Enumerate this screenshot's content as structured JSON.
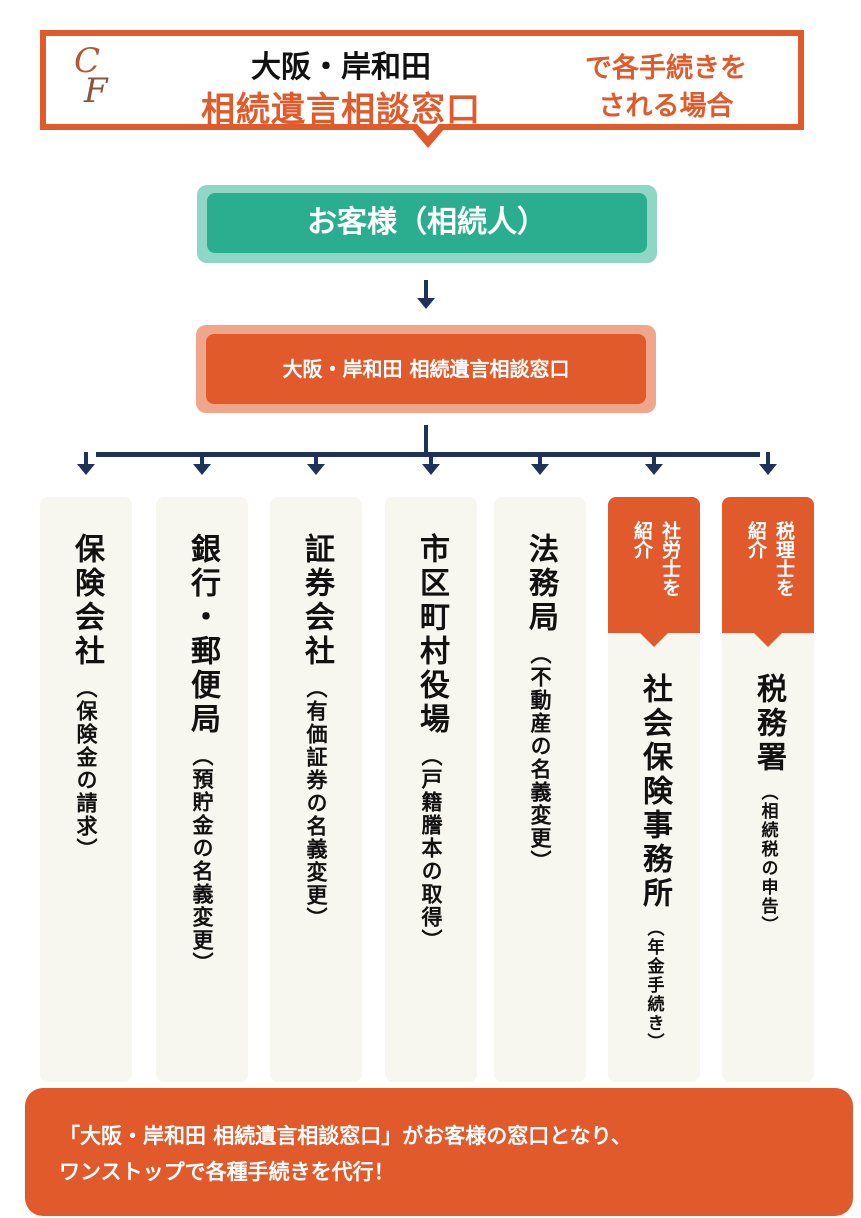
{
  "header": {
    "logo_text": "CF",
    "line1": "大阪・岸和田",
    "line2": "相続遺言相談窓口",
    "right_line1": "で各手続きを",
    "right_line2": "される場合"
  },
  "customer": {
    "label": "お客様（相続人）"
  },
  "office": {
    "label": "大阪・岸和田 相続遺言相談窓口"
  },
  "destinations": [
    {
      "name": "保険会社",
      "detail": "（保険金の請求）"
    },
    {
      "name": "銀行・郵便局",
      "detail": "（預貯金の名義変更）"
    },
    {
      "name": "証券会社",
      "detail": "（有価証券の名義変更）"
    },
    {
      "name": "市区町村役場",
      "detail": "（戸籍謄本の取得）"
    },
    {
      "name": "法務局",
      "detail": "（不動産の名義変更）"
    },
    {
      "name": "社会保険事務所",
      "detail": "（年金手続き）",
      "tag": "社労士を\n紹介"
    },
    {
      "name": "税務署",
      "detail": "（相続税の申告）",
      "tag": "税理士を\n紹介"
    }
  ],
  "footer": {
    "line1": "「大阪・岸和田 相続遺言相談窓口」がお客様の窓口となり、",
    "line2": "ワンストップで各種手続きを代行！"
  },
  "colors": {
    "accent": "#e05a2b",
    "teal": "#2aae8f",
    "navy": "#1f3358",
    "card": "#f7f6ef"
  }
}
